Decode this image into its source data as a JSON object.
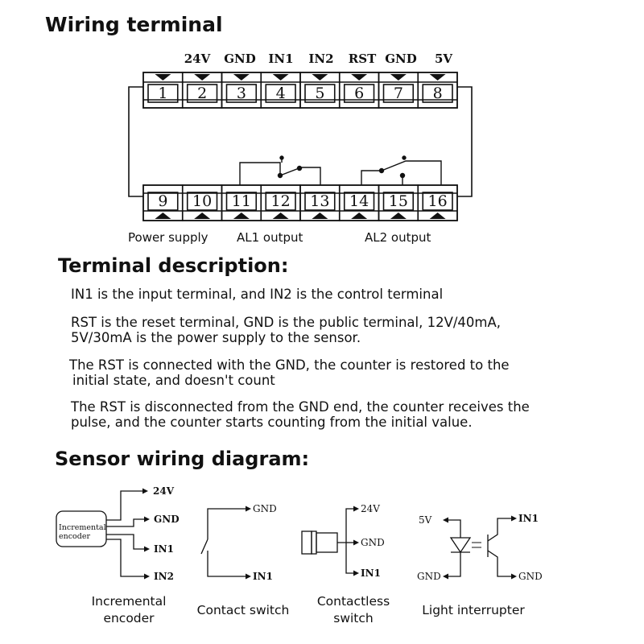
{
  "titles": {
    "wiring": "Wiring terminal",
    "description": "Terminal description:",
    "sensor": "Sensor wiring diagram:"
  },
  "terminal_block": {
    "top_labels": [
      "24V",
      "GND",
      "IN1",
      "IN2",
      "RST",
      "GND",
      "5V"
    ],
    "top_numbers": [
      "1",
      "2",
      "3",
      "4",
      "5",
      "6",
      "7",
      "8"
    ],
    "bottom_numbers": [
      "9",
      "10",
      "11",
      "12",
      "13",
      "14",
      "15",
      "16"
    ],
    "captions": {
      "power": "Power supply",
      "al1": "AL1 output",
      "al2": "AL2 output"
    }
  },
  "description": {
    "p1": "IN1 is the input terminal, and IN2 is the control terminal",
    "p2_line1": "RST is the reset terminal, GND is the public terminal, 12V/40mA,",
    "p2_line2": "5V/30mA is the power supply to the sensor.",
    "p3_line1": "The RST is connected with the GND, the counter is restored to the",
    "p3_line2": "initial state, and doesn't count",
    "p4_line1": "The RST is disconnected from the GND end, the counter receives the",
    "p4_line2": "pulse, and the counter starts counting from the initial value."
  },
  "sensors": {
    "encoder": {
      "box_line1": "Incremental",
      "box_line2": "encoder",
      "outputs": [
        "24V",
        "GND",
        "IN1",
        "IN2"
      ],
      "caption_line1": "Incremental",
      "caption_line2": "encoder"
    },
    "contact": {
      "top": "GND",
      "bottom": "IN1",
      "caption": "Contact switch"
    },
    "contactless": {
      "outputs": [
        "24V",
        "GND",
        "IN1"
      ],
      "caption_line1": "Contactless",
      "caption_line2": "switch"
    },
    "light": {
      "left_top": "5V",
      "left_bottom": "GND",
      "right_top": "IN1",
      "right_bottom": "GND",
      "caption": "Light interrupter"
    }
  }
}
